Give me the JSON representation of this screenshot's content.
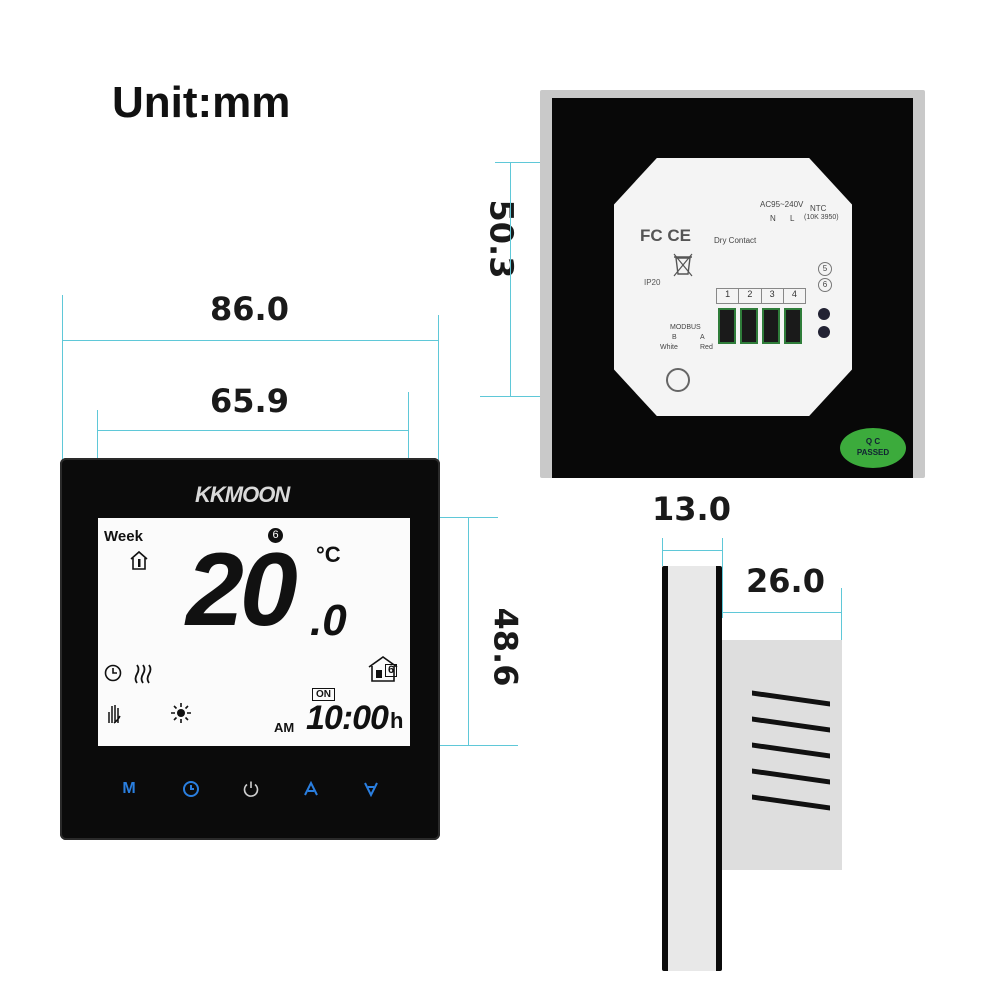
{
  "unit_label": "Unit:mm",
  "dimensions": {
    "front_outer_width": "86.0",
    "front_screen_width": "65.9",
    "front_screen_height": "48.6",
    "back_height": "50.3",
    "side_face_depth": "13.0",
    "side_body_depth": "26.0"
  },
  "device": {
    "brand": "KKMOON",
    "display": {
      "week_label": "Week",
      "day_number": "6",
      "temperature": "20",
      "temperature_decimal": ".0",
      "temperature_unit": "°C",
      "am_pm": "AM",
      "time": "10:00",
      "time_unit": "h",
      "on_label": "ON",
      "program_number": "6"
    },
    "buttons": [
      "M",
      "clock",
      "power",
      "up",
      "down"
    ]
  },
  "back_labels": {
    "voltage": "AC95~240V",
    "dry_contact": "Dry Contact",
    "n": "N",
    "l": "L",
    "ntc": "NTC",
    "ntc_spec": "(10K 3950)",
    "terminals": [
      "1",
      "2",
      "3",
      "4"
    ],
    "terminal_5": "5",
    "terminal_6": "6",
    "ip": "IP20",
    "modbus": "MODBUS",
    "modbus_b": "B",
    "modbus_a": "A",
    "white": "White",
    "red": "Red",
    "certs": "FC CE",
    "qc_line1": "Q C",
    "qc_line2": "PASSED"
  },
  "colors": {
    "dimension_line": "#5fc8d8",
    "touch_button": "#2a7fe0",
    "qc_sticker": "#3cab3c"
  }
}
